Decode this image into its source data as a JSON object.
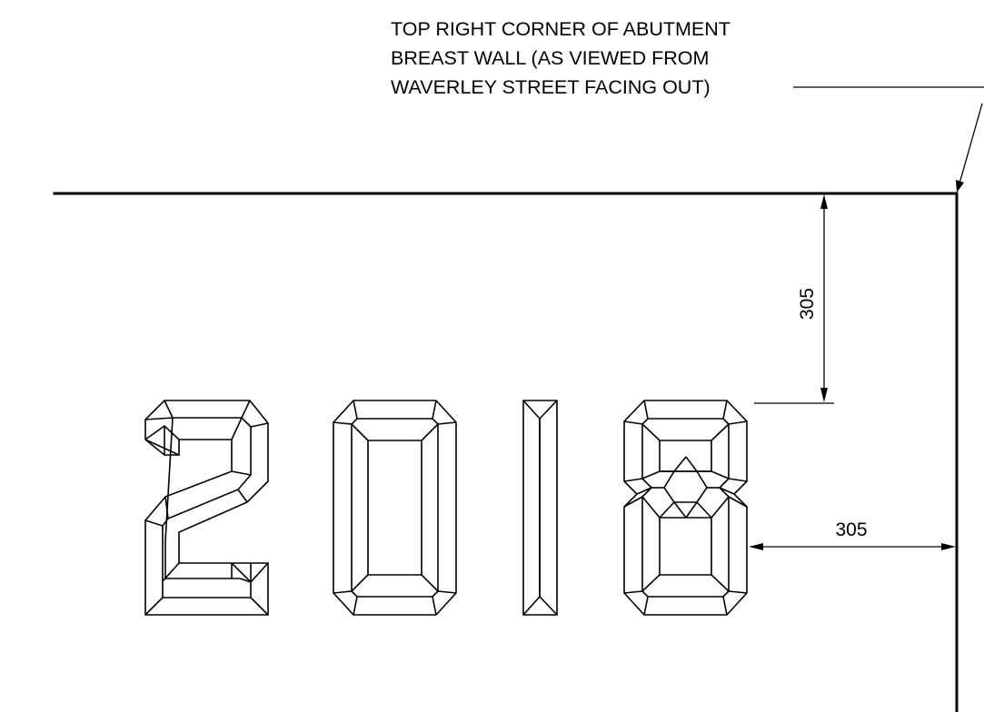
{
  "callout": {
    "lines": [
      "TOP RIGHT CORNER OF ABUTMENT",
      "BREAST WALL (AS VIEWED FROM",
      "WAVERLEY STREET FACING OUT)"
    ]
  },
  "dimensions": {
    "vertical_offset": "305",
    "horizontal_offset": "305"
  },
  "lettering": {
    "characters": [
      "2",
      "0",
      "1",
      "8"
    ]
  },
  "colors": {
    "ink": "#000000",
    "paper": "#ffffff"
  }
}
